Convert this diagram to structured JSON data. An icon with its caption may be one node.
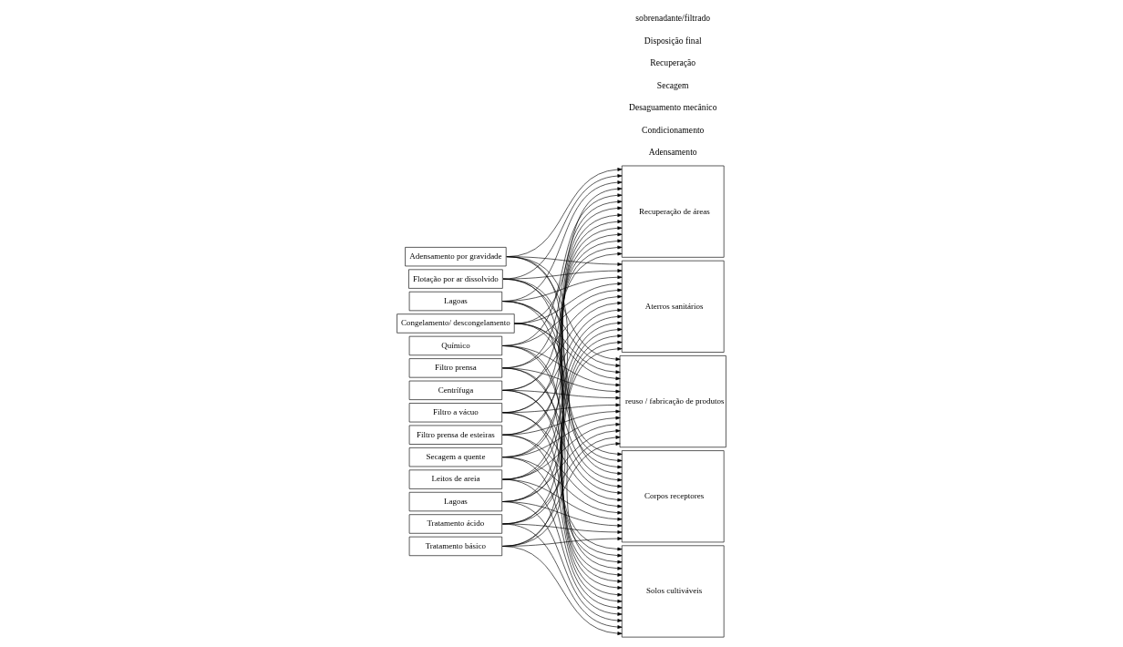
{
  "diagram": {
    "nodes": [
      {
        "text": [
          "Adensamento por gravidade"
        ]
      },
      {
        "text": [
          "Flotação por ar dissolvido"
        ]
      },
      {
        "text": [
          "Lagoas"
        ]
      },
      {
        "text": [
          "Congelamento/ descongelamento"
        ]
      },
      {
        "text": [
          "Químico"
        ]
      },
      {
        "text": [
          "Filtro prensa"
        ]
      },
      {
        "text": [
          "Centrífuga"
        ]
      },
      {
        "text": [
          "Filtro a vácuo"
        ]
      },
      {
        "text": [
          "Filtro prensa de esteiras"
        ]
      },
      {
        "text": [
          "Secagem a quente"
        ]
      },
      {
        "text": [
          "Leitos de areia"
        ]
      },
      {
        "text": [
          "Lagoas"
        ]
      },
      {
        "text": [
          "Tratamento ácido"
        ]
      },
      {
        "text": [
          "Tratamento básico"
        ]
      },
      {
        "text": [
          "Solos cultiváveis"
        ]
      },
      {
        "text": [
          "Recuperação de áreas"
        ]
      },
      {
        "text": [
          "Aterros sanitários"
        ]
      },
      {
        "text": [
          "reuso / fabricação de produtos"
        ]
      },
      {
        "text": [
          "Corpos receptores"
        ]
      }
    ],
    "edges": [
      {
        "from": 0,
        "to": 14,
        "arrow": "to"
      },
      {
        "from": 0,
        "to": 15,
        "arrow": "to"
      },
      {
        "from": 0,
        "to": 16,
        "arrow": "to"
      },
      {
        "from": 0,
        "to": 17,
        "arrow": "to"
      },
      {
        "from": 0,
        "to": 18,
        "arrow": "to"
      },
      {
        "from": 1,
        "to": 14,
        "arrow": "to"
      },
      {
        "from": 1,
        "to": 15,
        "arrow": "to"
      },
      {
        "from": 1,
        "to": 16,
        "arrow": "to"
      },
      {
        "from": 1,
        "to": 17,
        "arrow": "to"
      },
      {
        "from": 1,
        "to": 18,
        "arrow": "to"
      },
      {
        "from": 2,
        "to": 14,
        "arrow": "to"
      },
      {
        "from": 2,
        "to": 15,
        "arrow": "to"
      },
      {
        "from": 2,
        "to": 16,
        "arrow": "to"
      },
      {
        "from": 2,
        "to": 17,
        "arrow": "to"
      },
      {
        "from": 2,
        "to": 18,
        "arrow": "to"
      },
      {
        "from": 3,
        "to": 14,
        "arrow": "to"
      },
      {
        "from": 3,
        "to": 15,
        "arrow": "to"
      },
      {
        "from": 3,
        "to": 16,
        "arrow": "to"
      },
      {
        "from": 3,
        "to": 17,
        "arrow": "to"
      },
      {
        "from": 3,
        "to": 18,
        "arrow": "to"
      },
      {
        "from": 4,
        "to": 14,
        "arrow": "to"
      },
      {
        "from": 4,
        "to": 15,
        "arrow": "to"
      },
      {
        "from": 4,
        "to": 16,
        "arrow": "to"
      },
      {
        "from": 4,
        "to": 17,
        "arrow": "to"
      },
      {
        "from": 4,
        "to": 18,
        "arrow": "to"
      },
      {
        "from": 5,
        "to": 14,
        "arrow": "to"
      },
      {
        "from": 5,
        "to": 15,
        "arrow": "to"
      },
      {
        "from": 5,
        "to": 16,
        "arrow": "to"
      },
      {
        "from": 5,
        "to": 17,
        "arrow": "to"
      },
      {
        "from": 5,
        "to": 18,
        "arrow": "to"
      },
      {
        "from": 6,
        "to": 14,
        "arrow": "to"
      },
      {
        "from": 6,
        "to": 15,
        "arrow": "to"
      },
      {
        "from": 6,
        "to": 16,
        "arrow": "to"
      },
      {
        "from": 6,
        "to": 17,
        "arrow": "to"
      },
      {
        "from": 6,
        "to": 18,
        "arrow": "to"
      },
      {
        "from": 7,
        "to": 14,
        "arrow": "to"
      },
      {
        "from": 7,
        "to": 15,
        "arrow": "to"
      },
      {
        "from": 7,
        "to": 16,
        "arrow": "to"
      },
      {
        "from": 7,
        "to": 17,
        "arrow": "to"
      },
      {
        "from": 7,
        "to": 18,
        "arrow": "to"
      },
      {
        "from": 8,
        "to": 14,
        "arrow": "to"
      },
      {
        "from": 8,
        "to": 15,
        "arrow": "to"
      },
      {
        "from": 8,
        "to": 16,
        "arrow": "to"
      },
      {
        "from": 8,
        "to": 17,
        "arrow": "to"
      },
      {
        "from": 8,
        "to": 18,
        "arrow": "to"
      },
      {
        "from": 9,
        "to": 14,
        "arrow": "to"
      },
      {
        "from": 9,
        "to": 15,
        "arrow": "to"
      },
      {
        "from": 9,
        "to": 16,
        "arrow": "to"
      },
      {
        "from": 9,
        "to": 17,
        "arrow": "to"
      },
      {
        "from": 9,
        "to": 18,
        "arrow": "to"
      },
      {
        "from": 10,
        "to": 14,
        "arrow": "to"
      },
      {
        "from": 10,
        "to": 15,
        "arrow": "to"
      },
      {
        "from": 10,
        "to": 16,
        "arrow": "to"
      },
      {
        "from": 10,
        "to": 17,
        "arrow": "to"
      },
      {
        "from": 10,
        "to": 18,
        "arrow": "to"
      },
      {
        "from": 11,
        "to": 14,
        "arrow": "to"
      },
      {
        "from": 11,
        "to": 15,
        "arrow": "to"
      },
      {
        "from": 11,
        "to": 16,
        "arrow": "to"
      },
      {
        "from": 11,
        "to": 17,
        "arrow": "to"
      },
      {
        "from": 11,
        "to": 18,
        "arrow": "to"
      },
      {
        "from": 12,
        "to": 14,
        "arrow": "to"
      },
      {
        "from": 12,
        "to": 15,
        "arrow": "to"
      },
      {
        "from": 12,
        "to": 16,
        "arrow": "to"
      },
      {
        "from": 12,
        "to": 17,
        "arrow": "to"
      },
      {
        "from": 12,
        "to": 18,
        "arrow": "to"
      },
      {
        "from": 13,
        "to": 14,
        "arrow": "to"
      },
      {
        "from": 13,
        "to": 15,
        "arrow": "to"
      },
      {
        "from": 13,
        "to": 16,
        "arrow": "to"
      },
      {
        "from": 13,
        "to": 17,
        "arrow": "to"
      },
      {
        "from": 13,
        "to": 18,
        "arrow": "to"
      }
    ],
    "labels": [
      "Adensamento",
      "Condicionamento",
      "Desaguamento mecânico",
      "Secagem",
      "Recuperação",
      "Disposição final",
      "sobrenadante/filtrado"
    ]
  }
}
